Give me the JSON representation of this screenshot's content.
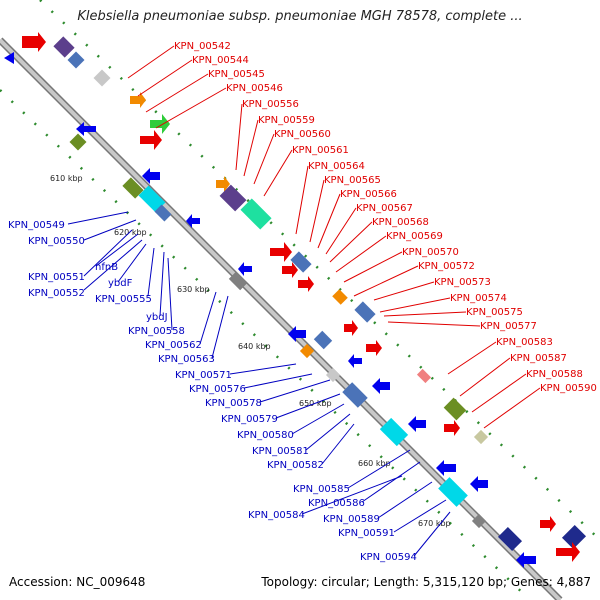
{
  "header": {
    "title": "Klebsiella pneumoniae subsp. pneumoniae MGH 78578, complete ..."
  },
  "footer": {
    "accession": "Accession: NC_009648",
    "summary": "Topology: circular; Length: 5,315,120 bp; Genes: 4,887"
  },
  "colors": {
    "forward_label": "#e00000",
    "reverse_label": "#0000c0",
    "backbone": "#999999",
    "gc_skew_dots": "#2e8b2e"
  },
  "ticks": [
    "610 kbp",
    "620 kbp",
    "630 kbp",
    "640 kbp",
    "650 kbp",
    "660 kbp",
    "670 kbp"
  ],
  "forward_genes": [
    "KPN_00542",
    "KPN_00544",
    "KPN_00545",
    "KPN_00546",
    "KPN_00556",
    "KPN_00559",
    "KPN_00560",
    "KPN_00561",
    "KPN_00564",
    "KPN_00565",
    "KPN_00566",
    "KPN_00567",
    "KPN_00568",
    "KPN_00569",
    "KPN_00570",
    "KPN_00572",
    "KPN_00573",
    "KPN_00574",
    "KPN_00575",
    "KPN_00577",
    "KPN_00583",
    "KPN_00587",
    "KPN_00588",
    "KPN_00590"
  ],
  "reverse_genes": [
    "KPN_00549",
    "KPN_00550",
    "KPN_00551",
    "nfnB",
    "KPN_00552",
    "ybdF",
    "KPN_00555",
    "ybdJ",
    "KPN_00558",
    "KPN_00562",
    "KPN_00563",
    "KPN_00571",
    "KPN_00576",
    "KPN_00578",
    "KPN_00579",
    "KPN_00580",
    "KPN_00581",
    "KPN_00582",
    "KPN_00585",
    "KPN_00586",
    "KPN_00584",
    "KPN_00589",
    "KPN_00591",
    "KPN_00594"
  ]
}
